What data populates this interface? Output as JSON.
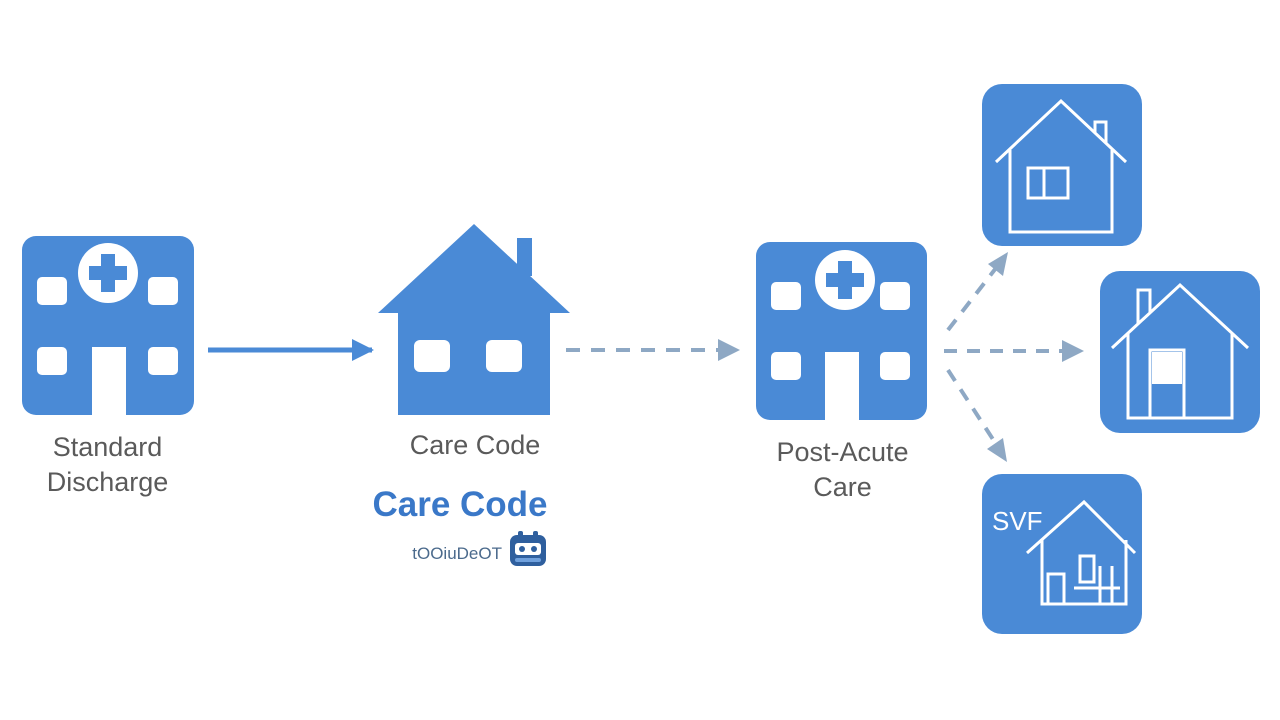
{
  "nodes": {
    "standard_discharge": {
      "label_line1": "Standard",
      "label_line2": "Discharge",
      "icon": "hospital-icon"
    },
    "care_code": {
      "label": "Care Code",
      "icon": "home-icon"
    },
    "post_acute": {
      "label_line1": "Post-Acute",
      "label_line2": "Care",
      "icon": "hospital-icon"
    },
    "destinations": [
      {
        "icon": "home-outline-icon"
      },
      {
        "icon": "home-outline-icon"
      },
      {
        "icon": "facility-outline-icon",
        "text": "SVF"
      }
    ]
  },
  "brand": {
    "title": "Care Code",
    "caption": "tOOiuDeOT",
    "badge_icon": "app-badge-icon"
  },
  "edges": [
    {
      "from": "standard_discharge",
      "to": "care_code",
      "style": "solid"
    },
    {
      "from": "care_code",
      "to": "post_acute",
      "style": "dashed"
    },
    {
      "from": "post_acute",
      "to": "destination_1",
      "style": "dashed"
    },
    {
      "from": "post_acute",
      "to": "destination_2",
      "style": "dashed"
    },
    {
      "from": "post_acute",
      "to": "destination_3",
      "style": "dashed"
    }
  ],
  "colors": {
    "primary": "#4a8ad6",
    "text": "#5a5a5a",
    "brand": "#3a78c8",
    "arrow_solid": "#4a8ad6",
    "arrow_dashed": "#8ea8c4"
  }
}
